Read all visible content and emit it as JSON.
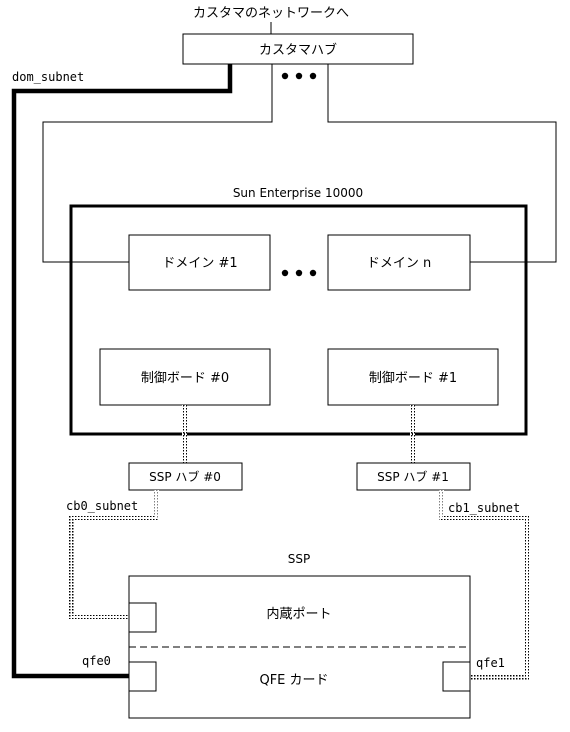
{
  "customer_network_label": "カスタマのネットワークへ",
  "customer_hub": {
    "label": "カスタマハブ"
  },
  "dom_subnet_label": "dom_subnet",
  "enterprise": {
    "title": "Sun Enterprise 10000",
    "domain_1": "ドメイン #1",
    "domain_n": "ドメイン n",
    "control_board_0": "制御ボード #0",
    "control_board_1": "制御ボード #1"
  },
  "ssp_hub_0": "SSP ハブ #0",
  "ssp_hub_1": "SSP ハブ #1",
  "cb0_subnet_label": "cb0_subnet",
  "cb1_subnet_label": "cb1_subnet",
  "ssp": {
    "title": "SSP",
    "internal_port": "内蔵ポート",
    "qfe_card": "QFE カード",
    "qfe0_label": "qfe0",
    "qfe1_label": "qfe1"
  },
  "colors": {
    "line": "#000000",
    "dotted": "#9a9a9a",
    "background": "#ffffff"
  }
}
